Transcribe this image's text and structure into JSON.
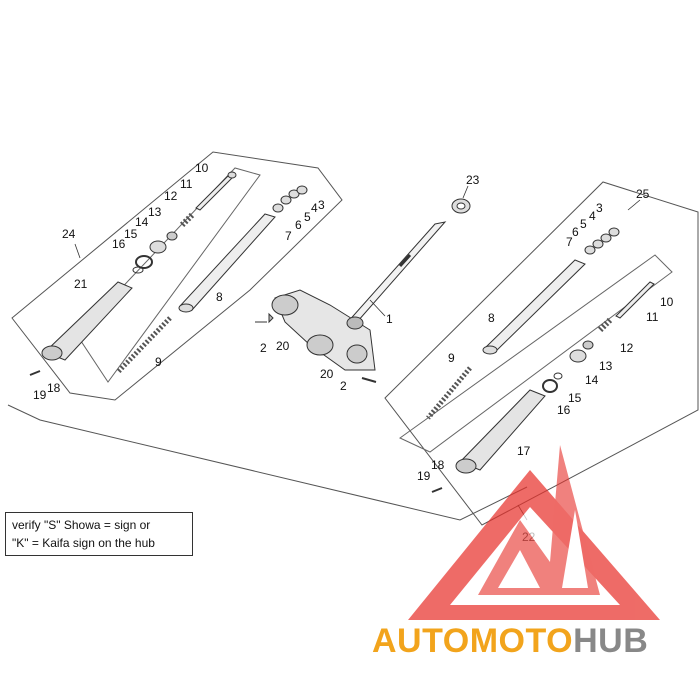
{
  "diagram": {
    "callouts": {
      "c1": "1",
      "c2a": "2",
      "c2b": "2",
      "c20a": "20",
      "c20b": "20",
      "c23": "23",
      "c24": "24",
      "c21": "21",
      "c16L": "16",
      "c15L": "15",
      "c14L": "14",
      "c13L": "13",
      "c12L": "12",
      "c11L": "11",
      "c10L": "10",
      "c8L": "8",
      "c9L": "9",
      "c7L": "7",
      "c6L": "6",
      "c5L": "5",
      "c4L": "4",
      "c3L": "3",
      "c19L": "19",
      "c18L": "18",
      "c25": "25",
      "c7R": "7",
      "c6R": "6",
      "c5R": "5",
      "c4R": "4",
      "c3R": "3",
      "c8R": "8",
      "c10R": "10",
      "c11R": "11",
      "c12R": "12",
      "c13R": "13",
      "c14R": "14",
      "c15R": "15",
      "c16R": "16",
      "c9R": "9",
      "c17": "17",
      "c18R": "18",
      "c19R": "19",
      "c22": "22"
    },
    "note": {
      "line1": "verify \"S\" Showa = sign or",
      "line2": "\"K\" = Kaifa sign on the hub"
    }
  },
  "watermark": {
    "part1": "AUTO",
    "part2": "MOTO",
    "part3": "HUB",
    "color_primary": "#f2a41c",
    "color_secondary": "#888888",
    "logo_color": "#e8332d"
  }
}
